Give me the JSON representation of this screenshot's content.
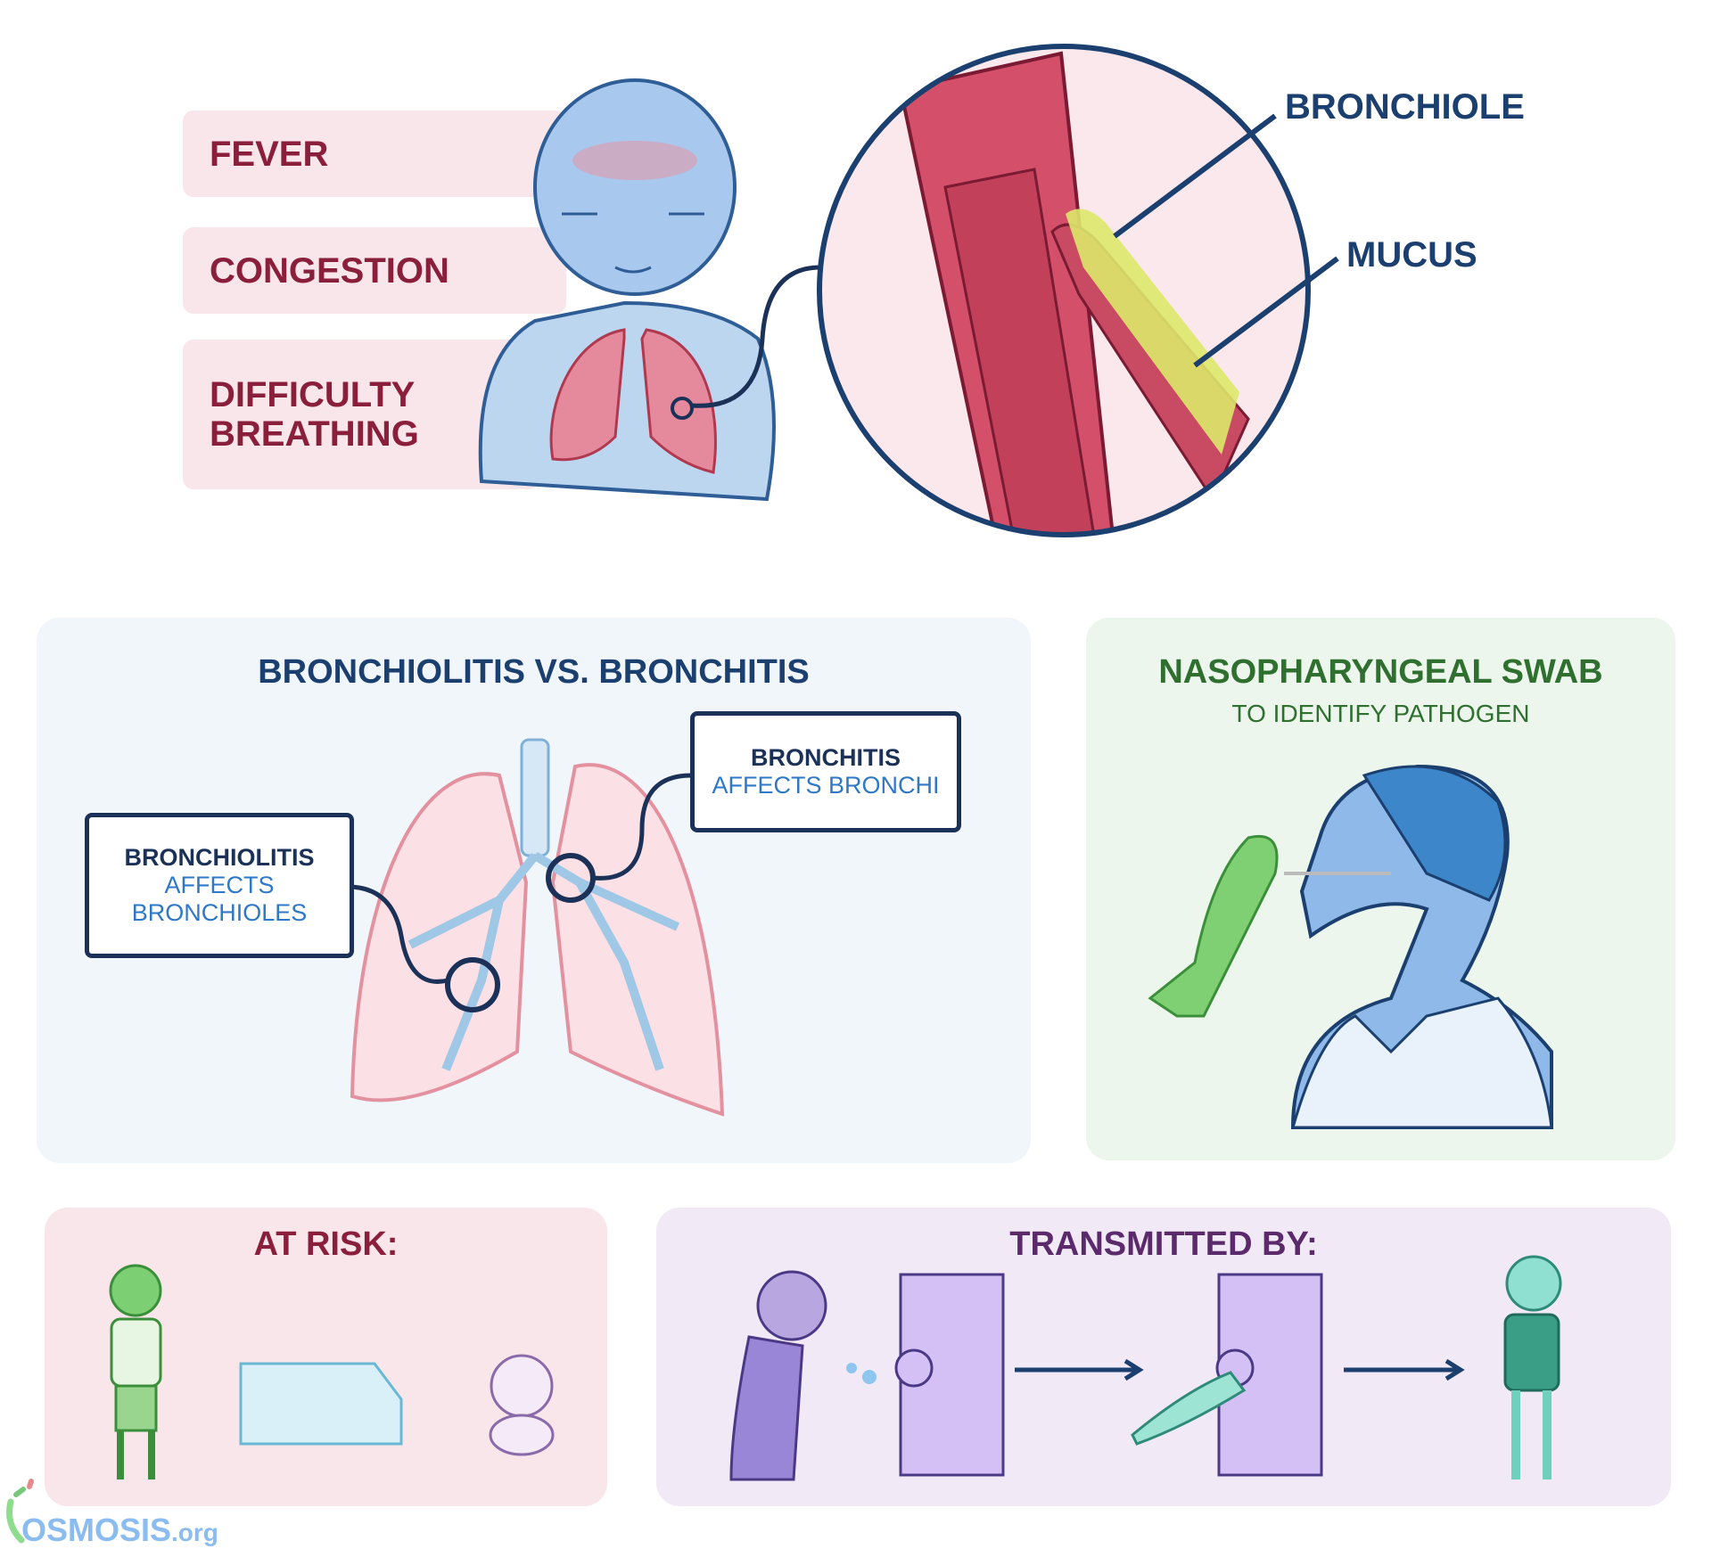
{
  "symptoms": [
    "FEVER",
    "CONGESTION",
    "DIFFICULTY BREATHING"
  ],
  "zoom_labels": {
    "bronchiole": "BRONCHIOLE",
    "mucus": "MUCUS"
  },
  "comparison": {
    "title": "BRONCHIOLITIS VS. BRONCHITIS",
    "bronchiolitis": {
      "heading": "BRONCHIOLITIS",
      "line1": "AFFECTS",
      "line2": "BRONCHIOLES"
    },
    "bronchitis": {
      "heading": "BRONCHITIS",
      "line1": "AFFECTS BRONCHI"
    }
  },
  "swab": {
    "title": "NASOPHARYNGEAL SWAB",
    "subtitle": "TO IDENTIFY PATHOGEN"
  },
  "at_risk": {
    "title": "AT RISK:"
  },
  "transmitted": {
    "title": "TRANSMITTED BY:"
  },
  "logo": {
    "name": "OSMOSIS",
    "suffix": ".org"
  },
  "colors": {
    "symptom_text": "#8a1f3c",
    "navy": "#1b3f6e",
    "green": "#2f6f2f",
    "purple": "#5a2a6a",
    "logo_blue": "#8bbcef"
  }
}
